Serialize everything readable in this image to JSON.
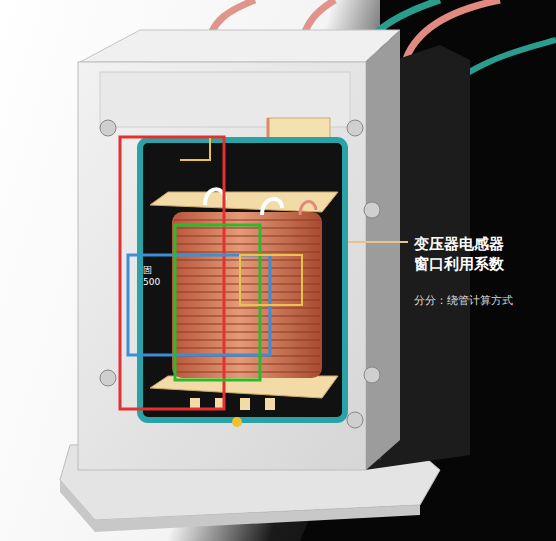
{
  "diagram": {
    "labels": [
      "变压器电感器 窗口利用系数",
      "分分：绕管计算方式",
      "固",
      "500"
    ]
  }
}
